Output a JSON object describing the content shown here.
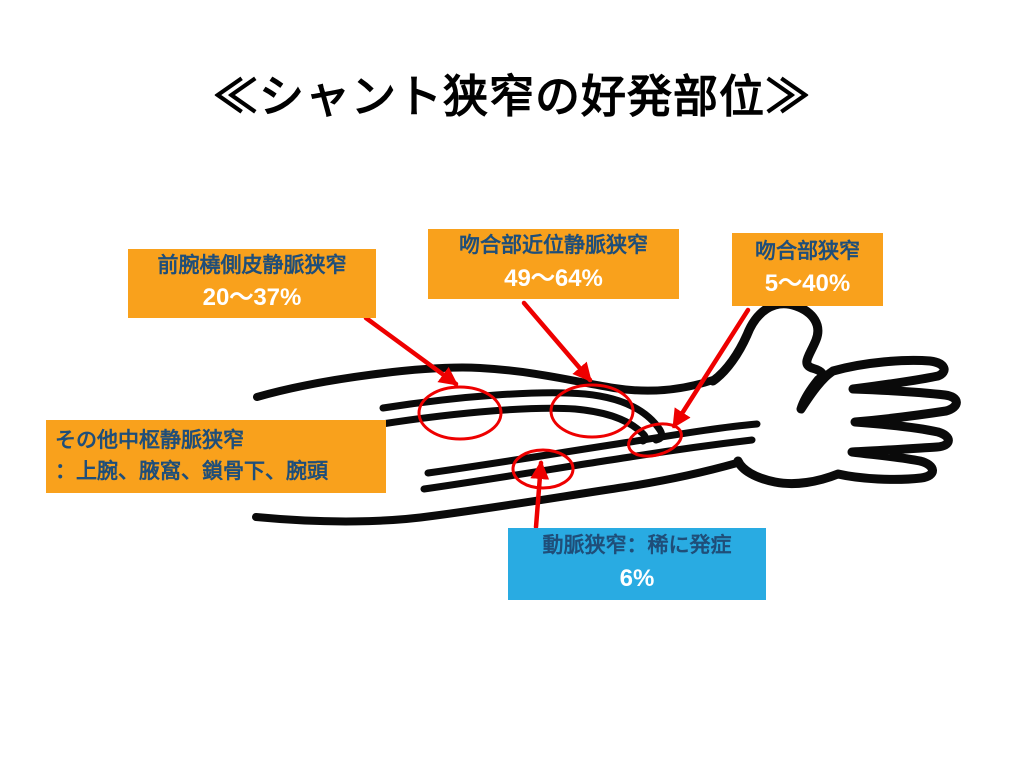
{
  "title": "≪シャント狭窄の好発部位≫",
  "labels": {
    "forearm_vein": {
      "name": "前腕橈側皮静脈狭窄",
      "value": "20～37%"
    },
    "proximal_vein": {
      "name": "吻合部近位静脈狭窄",
      "value": "49～64%"
    },
    "anastomosis": {
      "name": "吻合部狭窄",
      "value": "5～40%"
    },
    "central_vein": {
      "name": "その他中枢静脈狭窄",
      "detail": "：上腕、腋窩、鎖骨下、腕頭"
    },
    "artery": {
      "name": "動脈狭窄：稀に発症",
      "value": "6%"
    }
  },
  "colors": {
    "box_orange": "#F9A11C",
    "box_blue": "#29ABE2",
    "label_navy": "#1F4E79",
    "value_white": "#FFFFFF",
    "marker_red": "#EE0000",
    "ink_black": "#0A0A0A",
    "page_bg": "#FFFFFF"
  }
}
